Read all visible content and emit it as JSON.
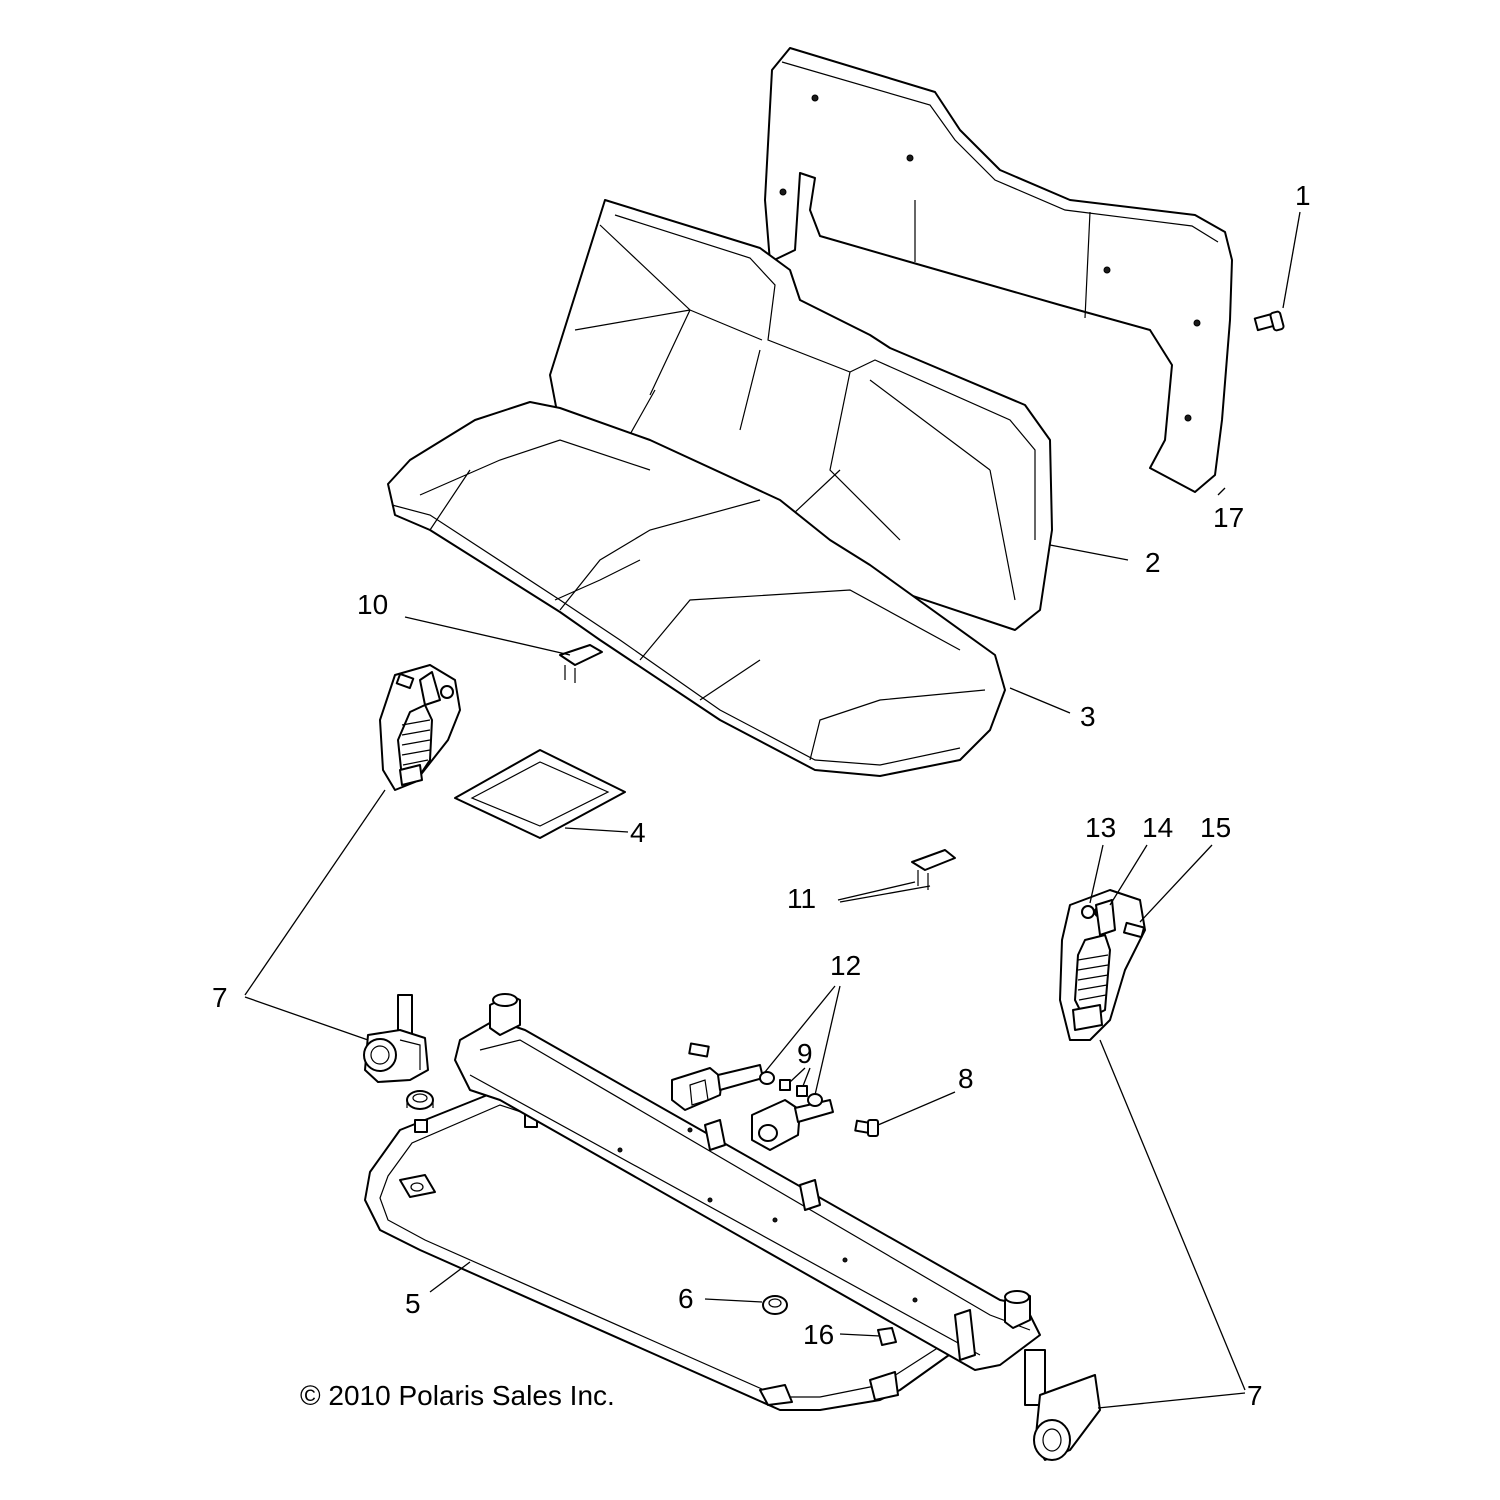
{
  "callouts": {
    "c1": "1",
    "c2": "2",
    "c3": "3",
    "c4": "4",
    "c5": "5",
    "c6": "6",
    "c7a": "7",
    "c7b": "7",
    "c8": "8",
    "c9": "9",
    "c10": "10",
    "c11": "11",
    "c12": "12",
    "c13": "13",
    "c14": "14",
    "c15": "15",
    "c16": "16",
    "c17": "17"
  },
  "copyright": "© 2010 Polaris Sales Inc."
}
